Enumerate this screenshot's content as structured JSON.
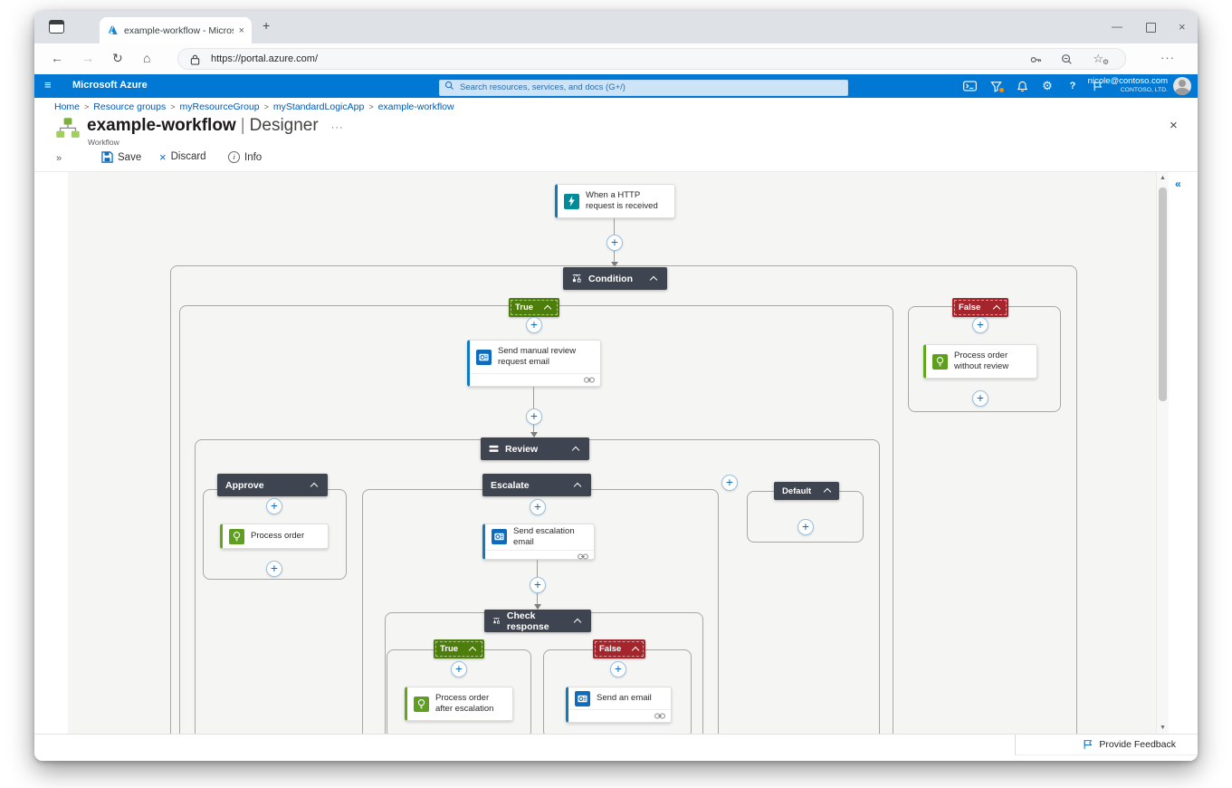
{
  "browser": {
    "tab_title": "example-workflow - Microsoft A",
    "url": "https://portal.azure.com/"
  },
  "azure_header": {
    "brand": "Microsoft Azure",
    "search_placeholder": "Search resources, services, and docs (G+/)",
    "user_email": "nicole@contoso.com",
    "user_org": "CONTOSO, LTD."
  },
  "breadcrumb": {
    "items": [
      "Home",
      "Resource groups",
      "myResourceGroup",
      "myStandardLogicApp",
      "example-workflow"
    ]
  },
  "page_header": {
    "title": "example-workflow",
    "divider": "|",
    "view": "Designer",
    "subtitle": "Workflow"
  },
  "command_bar": {
    "save": "Save",
    "discard": "Discard",
    "info": "Info"
  },
  "workflow": {
    "trigger_label": "When a HTTP request is received",
    "condition_label": "Condition",
    "cond_true": "True",
    "cond_false": "False",
    "action_send_manual_review": "Send manual review request email",
    "action_process_without_review": "Process order without review",
    "switch_label": "Review",
    "case_approve": "Approve",
    "case_escalate": "Escalate",
    "case_default": "Default",
    "action_process_order": "Process order",
    "action_send_escalation": "Send escalation email",
    "nested_condition_label": "Check response",
    "nested_true": "True",
    "nested_false": "False",
    "action_process_after_escalation": "Process order after escalation",
    "action_send_email": "Send an email"
  },
  "footer": {
    "feedback": "Provide Feedback"
  },
  "icons": {
    "plus": "+",
    "breadcrumb_sep": ">",
    "back": "←",
    "forward": "→",
    "refresh": "↻",
    "home": "⌂",
    "more": "···",
    "new_tab": "+",
    "tab_close": "×",
    "window_min": "—",
    "window_close": "×",
    "hamburger": "≡",
    "gear": "⚙",
    "help": "?",
    "star": "☆",
    "collapse_right": "«",
    "toolbar_overflow": "»",
    "scroll_up": "▲",
    "scroll_down": "▼",
    "title_more": "···",
    "page_close": "×",
    "discard_x": "×",
    "info_i": "i"
  },
  "colors": {
    "azure_blue": "#0078d4",
    "scope_header": "#3f4550",
    "true_green": "#4d7e0b",
    "false_red": "#a4262c",
    "action_green": "#5f9f1f",
    "trigger_teal": "#008c99",
    "outlook_blue": "#0f6cbd",
    "canvas_bg": "#f5f5f4"
  }
}
